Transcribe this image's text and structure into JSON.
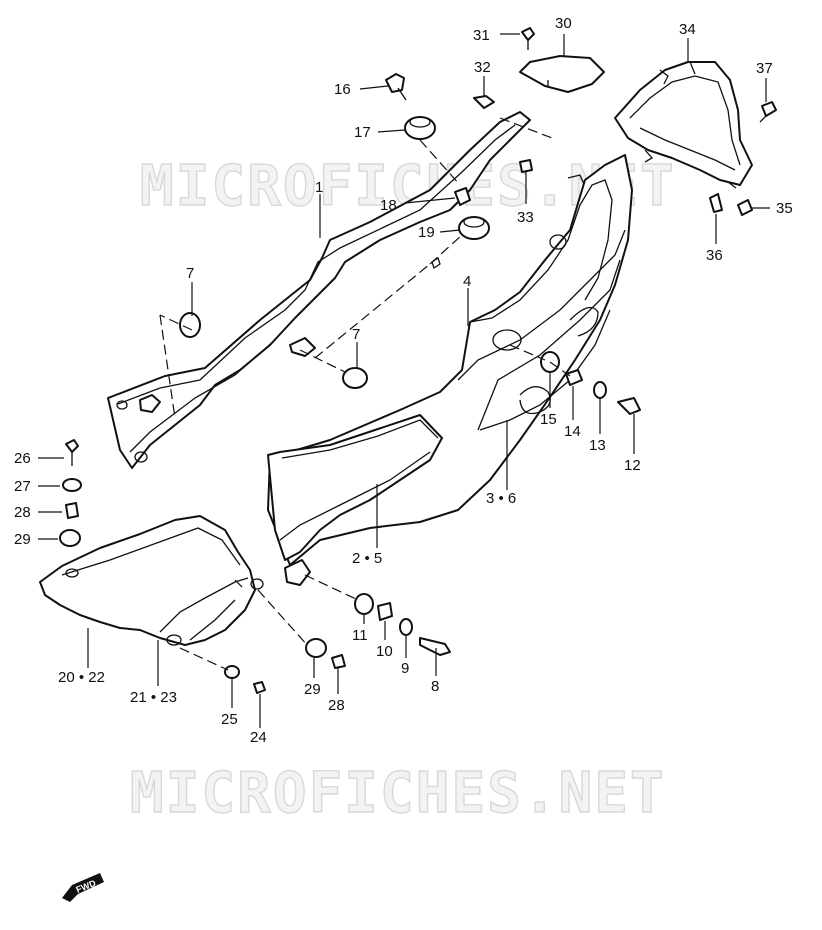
{
  "watermark": "MICROFICHES.NET",
  "fwd_label": "FWD",
  "callouts": {
    "c1": "1",
    "c2_5": "2 • 5",
    "c3_6": "3 • 6",
    "c4": "4",
    "c7a": "7",
    "c7b": "7",
    "c8": "8",
    "c9": "9",
    "c10": "10",
    "c11": "11",
    "c12": "12",
    "c13": "13",
    "c14": "14",
    "c15": "15",
    "c16": "16",
    "c17": "17",
    "c18": "18",
    "c19": "19",
    "c20_22": "20 • 22",
    "c21_23": "21 • 23",
    "c24": "24",
    "c25": "25",
    "c26": "26",
    "c27": "27",
    "c28a": "28",
    "c28b": "28",
    "c29a": "29",
    "c29b": "29",
    "c30": "30",
    "c31": "31",
    "c32": "32",
    "c33": "33",
    "c34": "34",
    "c35": "35",
    "c36": "36",
    "c37": "37"
  }
}
